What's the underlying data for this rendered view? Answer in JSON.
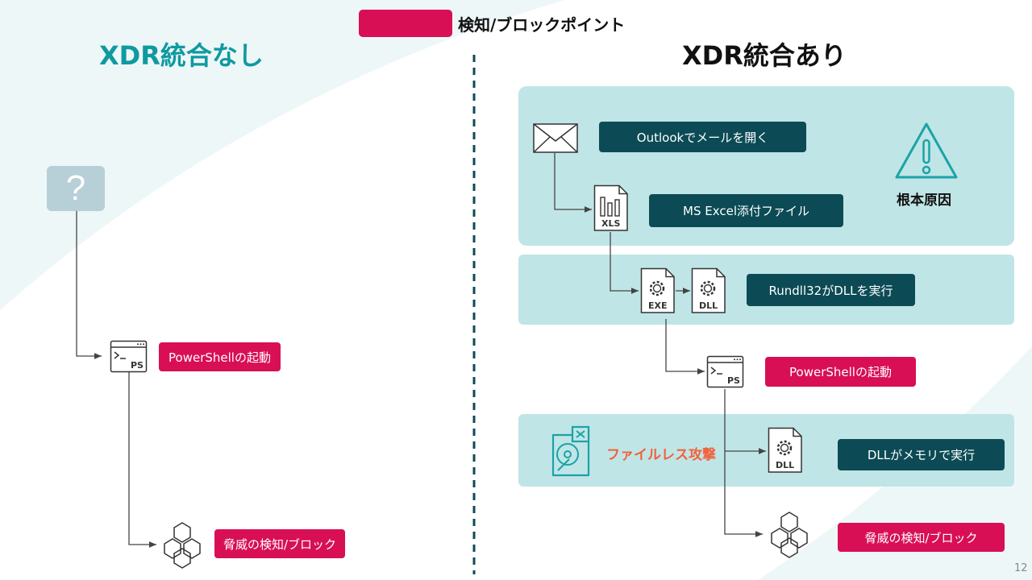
{
  "legend": {
    "label": "検知/ブロックポイント",
    "swatch_color": "#d80f55"
  },
  "left": {
    "title": "XDR統合なし",
    "unknown_symbol": "?",
    "powershell_label": "PowerShellの起動",
    "threat_label": "脅威の検知/ブロック"
  },
  "right": {
    "title": "XDR統合あり",
    "outlook_label": "Outlookでメールを開く",
    "excel_label": "MS Excel添付ファイル",
    "root_cause_label": "根本原因",
    "rundll_label": "Rundll32がDLLを実行",
    "powershell_label": "PowerShellの起動",
    "fileless_label": "ファイルレス攻撃",
    "dll_memory_label": "DLLがメモリで実行",
    "threat_label": "脅威の検知/ブロック"
  },
  "icon_text": {
    "xls": "XLS",
    "exe": "EXE",
    "dll": "DLL",
    "ps": "PS"
  },
  "page_number": "12",
  "colors": {
    "accent_red": "#d80f55",
    "accent_teal": "#0e9aa0",
    "dark_teal": "#0c4b55",
    "band": "#c0e5e6",
    "warning_teal": "#1aa3a8",
    "fileless_orange": "#f0623a"
  }
}
